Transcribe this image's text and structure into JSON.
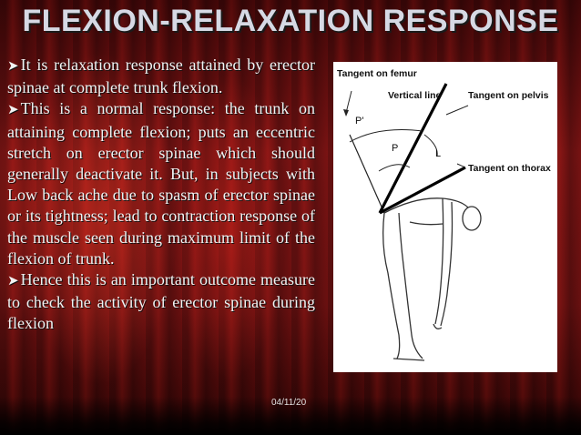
{
  "slide": {
    "title": "FLEXION-RELAXATION RESPONSE",
    "bullets": [
      "It is relaxation response attained by erector spinae at complete trunk flexion.",
      "This is a normal response: the trunk on attaining complete flexion; puts an eccentric stretch on erector spinae which should generally deactivate it. But, in subjects with Low back ache due to spasm of erector spinae or its tightness; lead to contraction response of the muscle seen during maximum limit of the flexion of trunk.",
      "Hence this is an important outcome measure to check the activity of erector spinae during flexion"
    ],
    "bullet_icon": "arrow-bullet-icon",
    "date": "04/11/20"
  },
  "figure": {
    "labels": {
      "tangent_femur": "Tangent on femur",
      "vertical_line": "Vertical line",
      "tangent_pelvis": "Tangent on pelvis",
      "tangent_thorax": "Tangent on thorax",
      "p_prime": "P'",
      "p": "P",
      "l": "L"
    }
  },
  "colors": {
    "title": "#d6d9e4",
    "text": "#f2f2f2",
    "background": "#6a1111"
  }
}
